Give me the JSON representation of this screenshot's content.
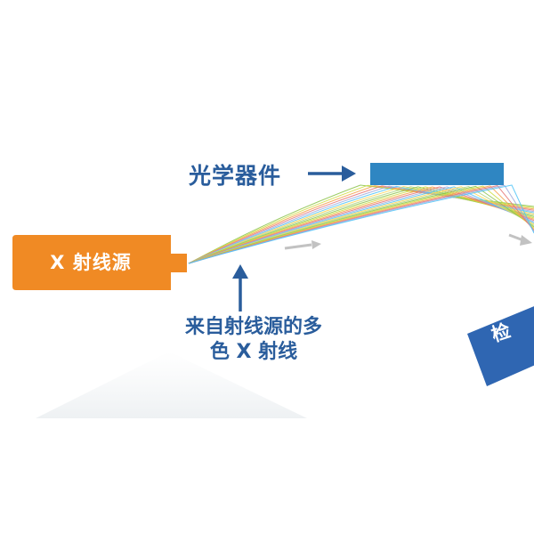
{
  "colors": {
    "source": "#f08a24",
    "optic": "#2f86c2",
    "detector": "#2f66b2",
    "label_text": "#2a5d9c",
    "arrow": "#2a5d9c",
    "grey_arrow": "#c2c2c2",
    "beam": [
      "#8bc34a",
      "#cddc39",
      "#f4a04a",
      "#e57373",
      "#9fa8da",
      "#4fc3f7",
      "#ffd54f",
      "#aed581"
    ]
  },
  "source": {
    "label": "X 射线源"
  },
  "optic": {
    "label": "光学器件"
  },
  "beam": {
    "label_line1": "来自射线源的多",
    "label_line2": "色 X 射线"
  },
  "detector": {
    "label": "检"
  }
}
